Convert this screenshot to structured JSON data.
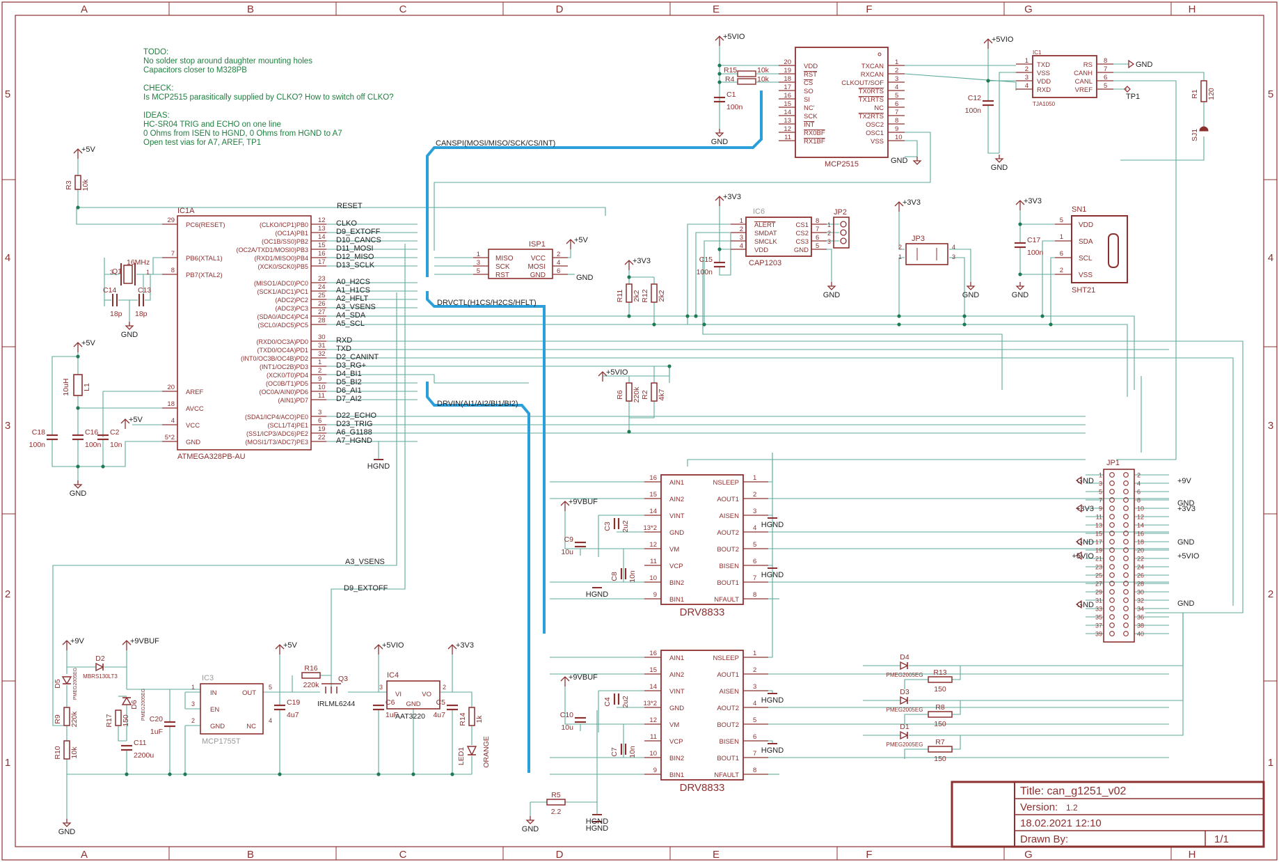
{
  "frame": {
    "columns": [
      "A",
      "B",
      "C",
      "D",
      "E",
      "F",
      "G",
      "H"
    ],
    "rows": [
      "5",
      "4",
      "3",
      "2",
      "1"
    ]
  },
  "notes": [
    "TODO:",
    "No solder stop around daughter mounting holes",
    "Capacitors closer to M328PB",
    "",
    "CHECK:",
    "Is MCP2515 parasitically supplied by CLKO? How to switch off CLKO?",
    "",
    "IDEAS:",
    "HC-SR04 TRIG and ECHO on one line",
    "0 Ohms from ISEN to HGND, 0 Ohms from HGND to A7",
    "Open test vias for A7, AREF, TP1"
  ],
  "buses": {
    "canspi": "CANSPI(MOSI/MISO/SCK/CS/INT)",
    "drvctl": "DRVCTL(H1CS/H2CS/HFLT)",
    "drvin": "DRVIN(AI1/AI2/BI1/BI2)"
  },
  "mcu": {
    "name": "IC1A",
    "part": "ATMEGA328PB-AU",
    "left_pins": [
      {
        "num": "29",
        "name": "PC6(RESET)"
      },
      {
        "num": "7",
        "name": "PB6(XTAL1)"
      },
      {
        "num": "8",
        "name": "PB7(XTAL2)"
      },
      {
        "num": "20",
        "name": "AREF"
      },
      {
        "num": "18",
        "name": "AVCC"
      },
      {
        "num": "4",
        "name": "VCC"
      },
      {
        "num": "5*2",
        "name": "GND"
      }
    ],
    "right_pins": [
      {
        "num": "12",
        "name": "(CLKO/ICP1)PB0",
        "net": "CLKO"
      },
      {
        "num": "13",
        "name": "(OC1A)PB1",
        "net": "D9_EXTOFF"
      },
      {
        "num": "14",
        "name": "(OC1B/SS0)PB2",
        "net": "D10_CANCS"
      },
      {
        "num": "15",
        "name": "(OC2A/TXD1/MOSI0)PB3",
        "net": "D11_MOSI"
      },
      {
        "num": "16",
        "name": "(RXD1/MISO0)PB4",
        "net": "D12_MISO"
      },
      {
        "num": "17",
        "name": "(XCK0/SCK0)PB5",
        "net": "D13_SCLK"
      },
      {
        "num": "23",
        "name": "(MISO1/ADC0)PC0",
        "net": "A0_H2CS"
      },
      {
        "num": "24",
        "name": "(SCK1/ADC1)PC1",
        "net": "A1_H1CS"
      },
      {
        "num": "25",
        "name": "(ADC2)PC2",
        "net": "A2_HFLT"
      },
      {
        "num": "26",
        "name": "(ADC3)PC3",
        "net": "A3_VSENS"
      },
      {
        "num": "27",
        "name": "(SDA0/ADC4)PC4",
        "net": "A4_SDA"
      },
      {
        "num": "28",
        "name": "(SCL0/ADC5)PC5",
        "net": "A5_SCL"
      },
      {
        "num": "30",
        "name": "(RXD0/OC3A)PD0",
        "net": "RXD"
      },
      {
        "num": "31",
        "name": "(TXD0/OC4A)PD1",
        "net": "TXD"
      },
      {
        "num": "32",
        "name": "(INT0/OC3B/OC4B)PD2",
        "net": "D2_CANINT"
      },
      {
        "num": "1",
        "name": "(INT1/OC2B)PD3",
        "net": "D3_RG+"
      },
      {
        "num": "2",
        "name": "(XCK0/T0)PD4",
        "net": "D4_BI1"
      },
      {
        "num": "9",
        "name": "(OC0B/T1)PD5",
        "net": "D5_BI2"
      },
      {
        "num": "10",
        "name": "(OC0A/AIN0)PD6",
        "net": "D6_AI1"
      },
      {
        "num": "11",
        "name": "(AIN1)PD7",
        "net": "D7_AI2"
      },
      {
        "num": "3",
        "name": "(SDA1/ICP4/ACO)PE0",
        "net": "D22_ECHO"
      },
      {
        "num": "6",
        "name": "(SCL1/T4)PE1",
        "net": "D23_TRIG"
      },
      {
        "num": "19",
        "name": "(SS1/ICP3/ADC6)PE2",
        "net": "A6_G1188"
      },
      {
        "num": "22",
        "name": "(MOSI1/T3/ADC7)PE3",
        "net": "A7_HGND"
      }
    ]
  },
  "mcp2515": {
    "part": "MCP2515",
    "left_pins": [
      {
        "num": "20",
        "name": "VDD"
      },
      {
        "num": "19",
        "name": "RST"
      },
      {
        "num": "18",
        "name": "CS"
      },
      {
        "num": "17",
        "name": "SO"
      },
      {
        "num": "16",
        "name": "SI"
      },
      {
        "num": "15",
        "name": "NC'"
      },
      {
        "num": "14",
        "name": "SCK"
      },
      {
        "num": "13",
        "name": "INT"
      },
      {
        "num": "12",
        "name": "RX0BF"
      },
      {
        "num": "11",
        "name": "RX1BF"
      }
    ],
    "right_pins": [
      {
        "num": "1",
        "name": "TXCAN"
      },
      {
        "num": "2",
        "name": "RXCAN"
      },
      {
        "num": "3",
        "name": "CLKOUT/SOF"
      },
      {
        "num": "4",
        "name": "TX0RTS"
      },
      {
        "num": "5",
        "name": "TX1RTS"
      },
      {
        "num": "6",
        "name": "NC"
      },
      {
        "num": "7",
        "name": "TX2RTS"
      },
      {
        "num": "8",
        "name": "OSC2"
      },
      {
        "num": "9",
        "name": "OSC1"
      },
      {
        "num": "10",
        "name": "VSS"
      }
    ]
  },
  "tja": {
    "name": "IC1",
    "part": "TJA1050",
    "left_pins": [
      {
        "num": "1",
        "name": "TXD"
      },
      {
        "num": "2",
        "name": "VSS"
      },
      {
        "num": "3",
        "name": "VDD"
      },
      {
        "num": "4",
        "name": "RXD"
      }
    ],
    "right_pins": [
      {
        "num": "8",
        "name": "RS"
      },
      {
        "num": "7",
        "name": "CANH"
      },
      {
        "num": "6",
        "name": "CANL"
      },
      {
        "num": "5",
        "name": "VREF"
      }
    ]
  },
  "cap1203": {
    "name": "IC6",
    "part": "CAP1203",
    "left_pins": [
      {
        "num": "1",
        "name": "ALERT"
      },
      {
        "num": "2",
        "name": "SMDAT"
      },
      {
        "num": "3",
        "name": "SMCLK"
      },
      {
        "num": "4",
        "name": "VDD"
      }
    ],
    "right_pins": [
      {
        "num": "8",
        "name": "CS1"
      },
      {
        "num": "7",
        "name": "CS2"
      },
      {
        "num": "6",
        "name": "CS3"
      },
      {
        "num": "5",
        "name": "GND"
      }
    ]
  },
  "sht": {
    "name": "SN1",
    "part": "SHT21",
    "pins": [
      {
        "num": "5",
        "name": "VDD"
      },
      {
        "num": "1",
        "name": "SDA"
      },
      {
        "num": "6",
        "name": "SCL"
      },
      {
        "num": "2",
        "name": "VSS"
      }
    ]
  },
  "isp": {
    "name": "ISP1",
    "left_pins": [
      {
        "num": "1",
        "name": "MISO"
      },
      {
        "num": "3",
        "name": "SCK"
      },
      {
        "num": "5",
        "name": "RST"
      }
    ],
    "right_pins": [
      {
        "num": "2",
        "name": "VCC"
      },
      {
        "num": "4",
        "name": "MOSI"
      },
      {
        "num": "6",
        "name": "GND"
      }
    ]
  },
  "drv": {
    "part": "DRV8833",
    "left_pins": [
      {
        "num": "16",
        "name": "AIN1"
      },
      {
        "num": "15",
        "name": "AIN2"
      },
      {
        "num": "14",
        "name": "VINT"
      },
      {
        "num": "13*2",
        "name": "GND"
      },
      {
        "num": "12",
        "name": "VM"
      },
      {
        "num": "11",
        "name": "VCP"
      },
      {
        "num": "10",
        "name": "BIN2"
      },
      {
        "num": "9",
        "name": "BIN1"
      }
    ],
    "right_pins": [
      {
        "num": "1",
        "name": "NSLEEP"
      },
      {
        "num": "2",
        "name": "AOUT1"
      },
      {
        "num": "3",
        "name": "AISEN"
      },
      {
        "num": "4",
        "name": "AOUT2"
      },
      {
        "num": "5",
        "name": "BOUT2"
      },
      {
        "num": "6",
        "name": "BISEN"
      },
      {
        "num": "7",
        "name": "BOUT1"
      },
      {
        "num": "8",
        "name": "NFAULT"
      }
    ]
  },
  "jp1": {
    "name": "JP1",
    "left_labels": [
      "GND",
      "+3V3",
      "GND",
      "+5VIO",
      "GND"
    ],
    "right_labels": [
      "+9V",
      "GND",
      "+3V3",
      "GND",
      "+5VIO",
      "GND"
    ]
  },
  "labels": {
    "reset": "RESET",
    "v5": "+5V",
    "v5vio": "+5VIO",
    "v3v3": "+3V3",
    "v9": "+9V",
    "v9buf": "+9VBUF",
    "gnd": "GND",
    "hgnd": "HGND",
    "canspi_ic": "IC1A",
    "jp2": "JP2",
    "jp3": "JP3",
    "tp1": "TP1",
    "sj1": "SJ1",
    "ic3": "IC3",
    "ic3_part": "MCP1755T",
    "ic4": "IC4",
    "ic4_part": "AAT3220",
    "ic3_in": "IN",
    "ic3_out": "OUT",
    "ic3_en": "EN",
    "ic3_gnd": "GND",
    "ic3_nc": "NC",
    "ic4_vi": "VI",
    "ic4_vo": "VO",
    "ic4_gnd": "GND",
    "q3": "Q3",
    "q3_part": "IRLML6244",
    "led1": "LED1",
    "led1_color": "ORANGE",
    "d2": "D2",
    "d2_part": "MBRS130LT3",
    "l1": "L1",
    "l1_val": "10uH",
    "q1": "Q1",
    "q1_val": "16MHz",
    "a3vsens": "A3_VSENS",
    "d9extoff": "D9_EXTOFF"
  },
  "components": [
    {
      "ref": "R3",
      "value": "10k"
    },
    {
      "ref": "R15",
      "value": "10k"
    },
    {
      "ref": "R4",
      "value": "10k"
    },
    {
      "ref": "C1",
      "value": "100n"
    },
    {
      "ref": "C12",
      "value": "100n"
    },
    {
      "ref": "R1",
      "value": "120"
    },
    {
      "ref": "C14",
      "value": "18p"
    },
    {
      "ref": "C13",
      "value": "18p"
    },
    {
      "ref": "C15",
      "value": "100n"
    },
    {
      "ref": "C17",
      "value": "100n"
    },
    {
      "ref": "R11",
      "value": "2k2"
    },
    {
      "ref": "R12",
      "value": "2k2"
    },
    {
      "ref": "R6",
      "value": "220k"
    },
    {
      "ref": "R2",
      "value": "4k7"
    },
    {
      "ref": "C18",
      "value": "100n"
    },
    {
      "ref": "C16",
      "value": "100n"
    },
    {
      "ref": "C2",
      "value": "10n"
    },
    {
      "ref": "C3",
      "value": "2u2"
    },
    {
      "ref": "C9",
      "value": "10u"
    },
    {
      "ref": "C8",
      "value": "10n"
    },
    {
      "ref": "C4",
      "value": "2u2"
    },
    {
      "ref": "C10",
      "value": "10u"
    },
    {
      "ref": "C7",
      "value": "10n"
    },
    {
      "ref": "R5",
      "value": "2.2"
    },
    {
      "ref": "D4",
      "value": "PMEG2005EG"
    },
    {
      "ref": "D3",
      "value": "PMEG2005EG"
    },
    {
      "ref": "D1",
      "value": "PMEG2005EG"
    },
    {
      "ref": "R13",
      "value": "150"
    },
    {
      "ref": "R8",
      "value": "150"
    },
    {
      "ref": "R7",
      "value": "150"
    },
    {
      "ref": "D5",
      "value": "PMEG2005EG"
    },
    {
      "ref": "D6",
      "value": "PMEG2005EG"
    },
    {
      "ref": "R9",
      "value": "220k"
    },
    {
      "ref": "R10",
      "value": "10k"
    },
    {
      "ref": "R17",
      "value": "150"
    },
    {
      "ref": "C20",
      "value": "1uF"
    },
    {
      "ref": "C11",
      "value": "2200u"
    },
    {
      "ref": "R16",
      "value": "220k"
    },
    {
      "ref": "C19",
      "value": "4u7"
    },
    {
      "ref": "C6",
      "value": "1uF"
    },
    {
      "ref": "C5",
      "value": "4u7"
    },
    {
      "ref": "R14",
      "value": "1k"
    }
  ],
  "titleblock": {
    "title": "Title: can_g1251_v02",
    "version_label": "Version:",
    "version": "1.2",
    "date": "18.02.2021 12:10",
    "drawn_by": "Drawn By:",
    "sheet": "1/1"
  },
  "colors": {
    "component": "#8c2f2f",
    "wire": "#5aaa99",
    "bus": "#2b9fd9",
    "net_label": "#1f5f4a",
    "note": "#1f7f3f"
  }
}
